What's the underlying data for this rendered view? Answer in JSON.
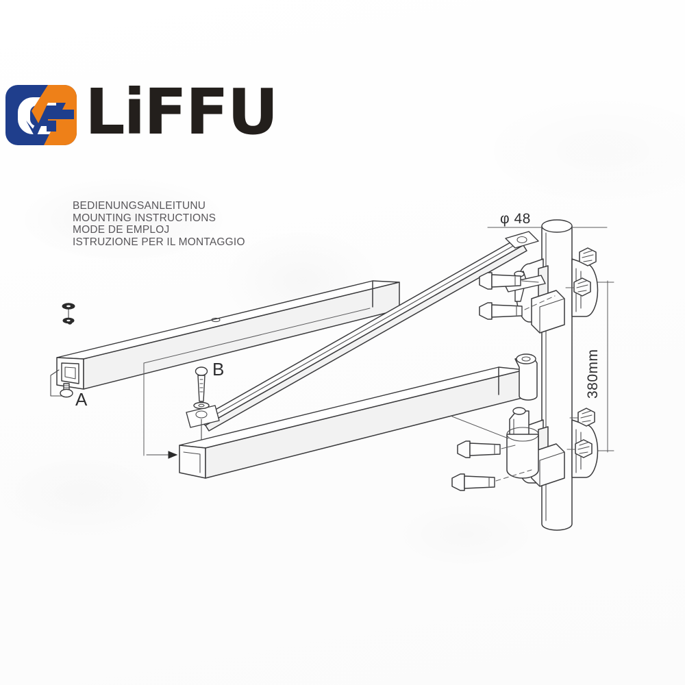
{
  "document": {
    "type": "mounting-instruction-sheet",
    "background_color": "#fefefe"
  },
  "brand": {
    "name": "LiFFU",
    "wordmark": "LiFFU",
    "mark_icon": "liffu-monogram-icon",
    "colors": {
      "blue": "#1F3E8C",
      "orange": "#EE8018",
      "wordmark_black": "#231F1C"
    }
  },
  "instructions": {
    "lines": [
      "BEDIENUNGSANLEITUNU",
      "MOUNTING INSTRUCTIONS",
      "MODE DE EMPLOJ",
      "ISTRUZIONE PER IL MONTAGGIO"
    ],
    "line_de": "BEDIENUNGSANLEITUNU",
    "line_en": "MOUNTING INSTRUCTIONS",
    "line_fr": "MODE DE EMPLOJ",
    "line_it": "ISTRUZIONE PER IL MONTAGGIO"
  },
  "dimensions": {
    "pipe_diameter": "φ 48",
    "vertical_spacing": "380mm"
  },
  "callouts": {
    "a": "A",
    "b": "B"
  },
  "line_color": "#3A3A3C"
}
